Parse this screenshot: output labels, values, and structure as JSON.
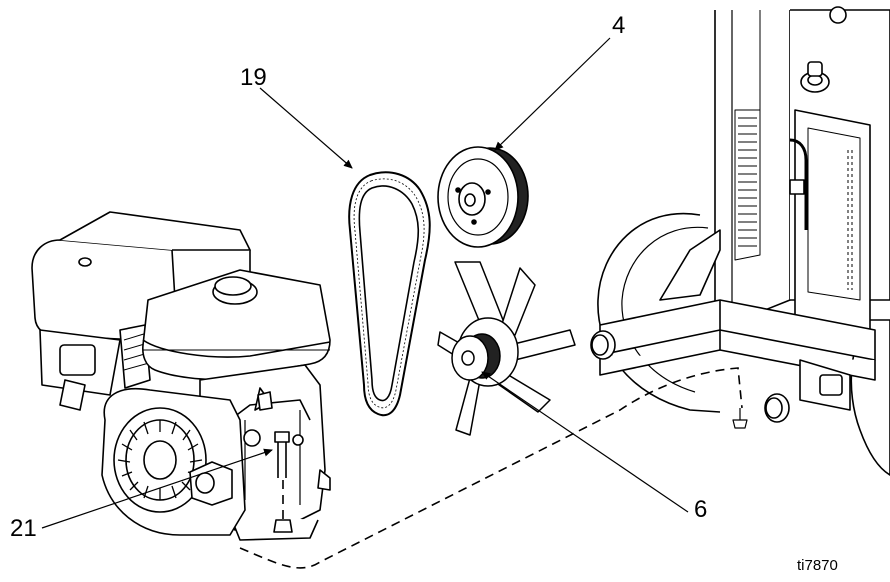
{
  "callouts": [
    {
      "id": "belt",
      "text": "19"
    },
    {
      "id": "pulley",
      "text": "4"
    },
    {
      "id": "fan",
      "text": "6"
    },
    {
      "id": "bolt",
      "text": "21"
    }
  ],
  "figure_id": "ti7870",
  "colors": {
    "ink": "#000000",
    "part_fill": "#ffffff",
    "background": "#ffffff",
    "shade": "#d8d8d8"
  }
}
